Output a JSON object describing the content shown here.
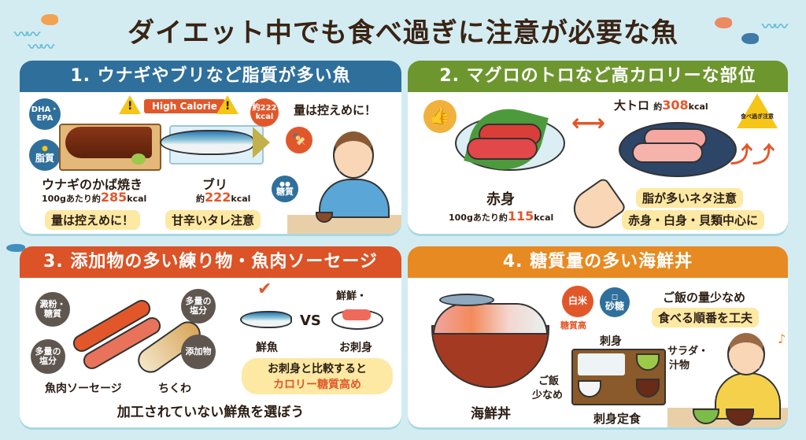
{
  "title": "ダイエット中でも食べ過ぎに注意が必要な魚",
  "colors": {
    "background": "#d3ecf2",
    "panel1_header": "#2f6f9c",
    "panel2_header": "#6e962f",
    "panel3_header": "#db5326",
    "panel4_header": "#e78a22",
    "accent_number": "#e2572a",
    "highlight_pill": "#fde9a3"
  },
  "panels": [
    {
      "header": "1. ウナギやブリなど脂質が多い魚",
      "badges": {
        "dha_epa": "DHA・EPA",
        "fat": "脂質",
        "carb": "糖質",
        "kcal_badge_top": "約222",
        "kcal_badge_bottom": "kcal"
      },
      "high_calorie": "High Calorie",
      "items": [
        {
          "name": "ウナギのかば焼き",
          "prefix": "100gあたり約",
          "value": "285",
          "unit": "kcal",
          "note": "量は控えめに！"
        },
        {
          "name": "ブリ",
          "prefix": "約",
          "value": "222",
          "unit": "kcal",
          "note": "甘辛いタレ注意"
        }
      ],
      "person_caption": "量は控えめに！"
    },
    {
      "header": "2. マグロのトロなど高カロリーな部位",
      "items": [
        {
          "name": "赤身",
          "prefix": "100gあたり約",
          "value": "115",
          "unit": "kcal"
        },
        {
          "name": "大トロ",
          "prefix": "約",
          "value": "308",
          "unit": "kcal"
        }
      ],
      "warning_sign": "食べ過ぎ注意",
      "notes": [
        "脂が多いネタ注意",
        "赤身・白身・貝類中心に"
      ]
    },
    {
      "header": "3. 添加物の多い練り物・魚肉ソーセージ",
      "bubbles": [
        "澱粉・糖質",
        "多量の塩分",
        "多量の塩分",
        "添加物"
      ],
      "items": [
        {
          "name": "魚肉ソーセージ"
        },
        {
          "name": "ちくわ"
        }
      ],
      "compare": {
        "left": "鮮魚",
        "vs": "VS",
        "right_top": "鮮鮮・",
        "right": "お刺身"
      },
      "compare_note_line1": "お刺身と比較すると",
      "compare_note_line2": "カロリー糖質高め",
      "footer": "加工されていない鮮魚を選ぼう"
    },
    {
      "header": "4. 糖質量の多い海鮮丼",
      "badges": {
        "rice_top": "白米",
        "rice_bottom": "糖質高",
        "sugar": "砂糖"
      },
      "items": [
        {
          "name": "海鮮丼"
        },
        {
          "name": "刺身定食",
          "top_label": "刺身"
        }
      ],
      "rice_note": "ご飯\n少なめ",
      "rice_note_line1": "ご飯",
      "rice_note_line2": "少なめ",
      "side_label_line1": "サラダ・",
      "side_label_line2": "汁物",
      "tip1": "ご飯の量少なめ",
      "tip2": "食べる順番を工夫"
    }
  ]
}
